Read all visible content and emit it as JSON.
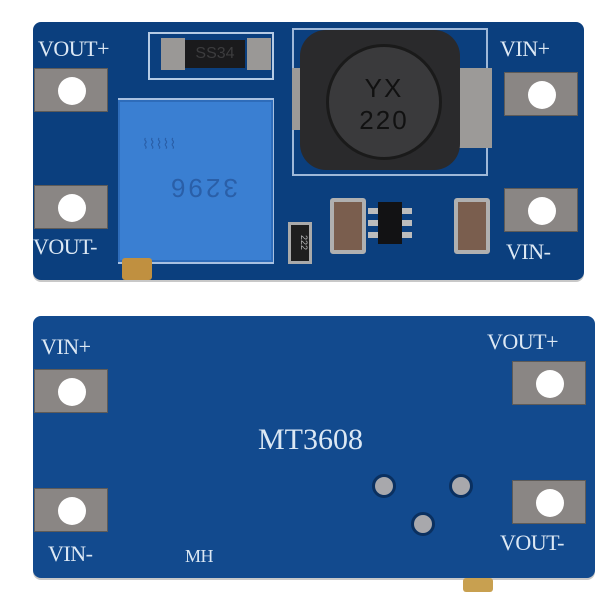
{
  "top_board": {
    "labels": {
      "vout_plus": "VOUT+",
      "vout_minus": "VOUT-",
      "vin_plus": "VIN+",
      "vin_minus": "VIN-"
    },
    "diode_marking": "SS34",
    "inductor_marking": [
      "YX",
      "220"
    ],
    "potentiometer_marking": "3296",
    "resistor_marking": "222",
    "colors": {
      "pcb": "#0b3f7e",
      "potentiometer": "#3a7fd2",
      "silkscreen": "#dce8f4"
    }
  },
  "bottom_board": {
    "labels": {
      "vin_plus": "VIN+",
      "vin_minus": "VIN-",
      "vout_plus": "VOUT+",
      "vout_minus": "VOUT-",
      "mh": "MH"
    },
    "chip_name": "MT3608",
    "colors": {
      "pcb": "#124a8e",
      "silkscreen": "#dce8f4"
    }
  }
}
